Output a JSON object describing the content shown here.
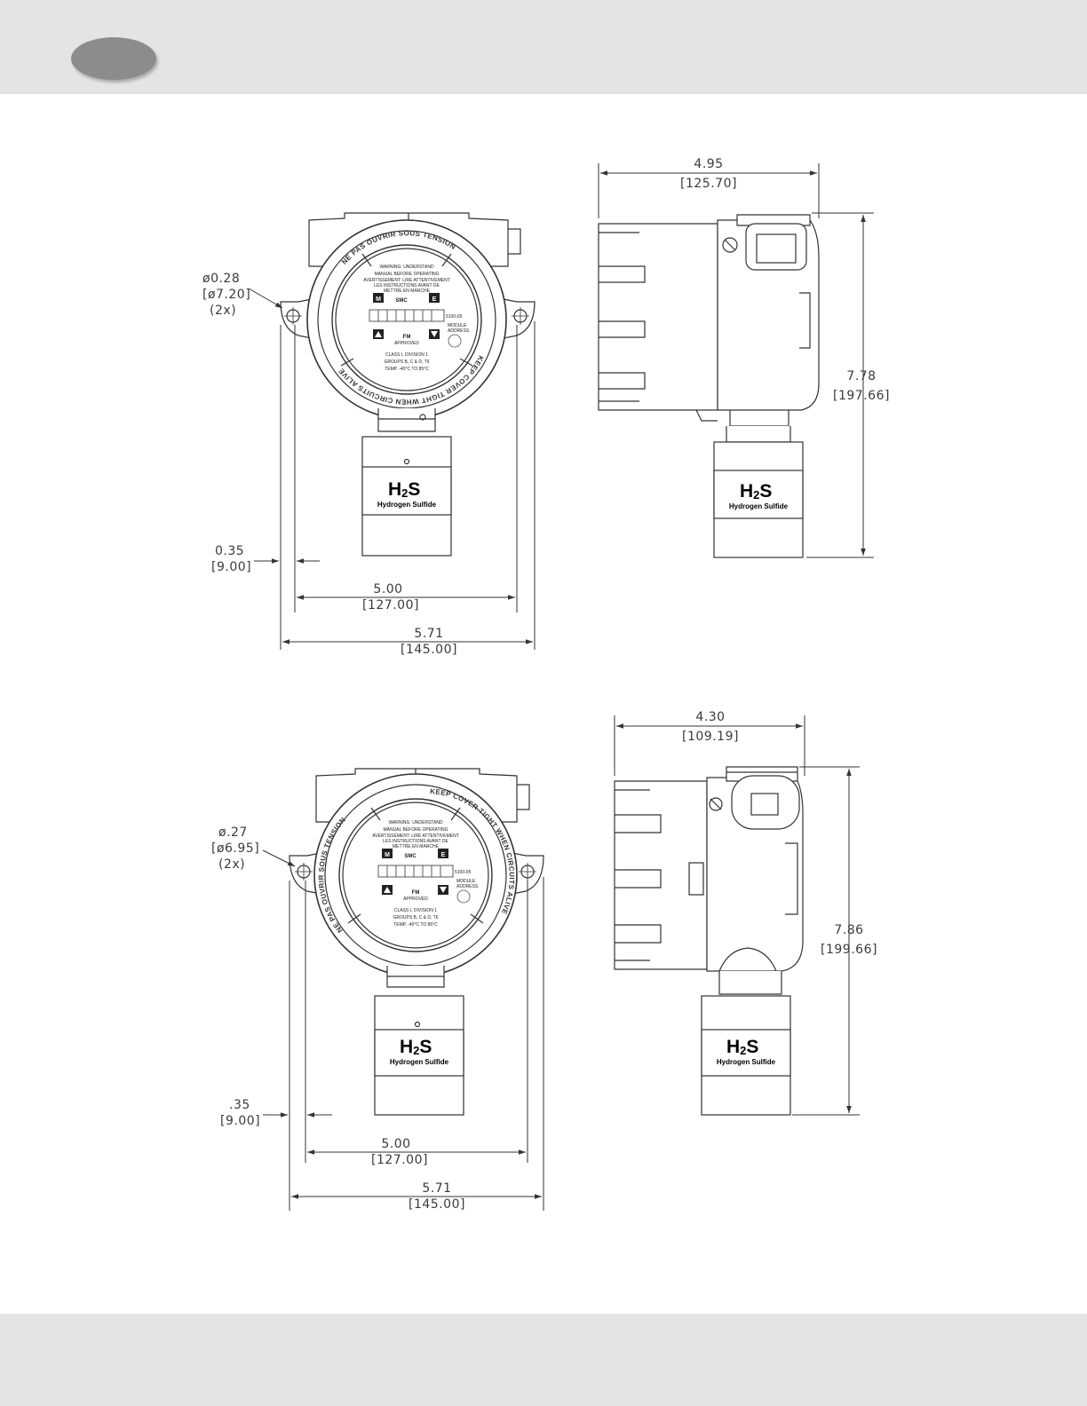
{
  "colors": {
    "band": "#e4e4e4",
    "tab": "#8c8c8c",
    "line": "#333333"
  },
  "top_front": {
    "hole_dia": "ø0.28",
    "hole_dia_mm": "[ø7.20]",
    "hole_qty": "(2x)",
    "offset": "0.35",
    "offset_mm": "[9.00]",
    "hole_spacing": "5.00",
    "hole_spacing_mm": "[127.00]",
    "overall_width": "5.71",
    "overall_width_mm": "[145.00]",
    "ring_top": "NE PAS OUVRIR SOUS TENSION",
    "ring_bottom": "KEEP COVER TIGHT WHEN CIRCUITS ALIVE"
  },
  "top_side": {
    "depth": "4.95",
    "depth_mm": "[125.70]",
    "height": "7.78",
    "height_mm": "[197.66]"
  },
  "bottom_front": {
    "hole_dia": "ø.27",
    "hole_dia_mm": "[ø6.95]",
    "hole_qty": "(2x)",
    "offset": ".35",
    "offset_mm": "[9.00]",
    "hole_spacing": "5.00",
    "hole_spacing_mm": "[127.00]",
    "overall_width": "5.71",
    "overall_width_mm": "[145.00]",
    "ring_top": "NE PAS OUVRIR SOUS TENSION",
    "ring_bottom": "KEEP COVER TIGHT WHEN CIRCUITS ALIVE"
  },
  "bottom_side": {
    "depth": "4.30",
    "depth_mm": "[109.19]",
    "height": "7.86",
    "height_mm": "[199.66]"
  },
  "sensor": {
    "formula_h": "H",
    "formula_sub": "2",
    "formula_s": "S",
    "name": "Hydrogen Sulfide"
  },
  "faceplate": {
    "warning_1": "WARNING: UNDERSTAND",
    "warning_2": "MANUAL BEFORE OPERATING",
    "avert_1": "AVERTISSEMENT: LIRE ATTENTIVEMENT",
    "avert_2": "LES INSTRUCTIONS AVANT DE",
    "avert_3": "METTRE EN MARCHE",
    "key_m": "M",
    "key_e": "E",
    "brand": "SMC",
    "fm": "FM",
    "approved": "APPROVED",
    "class_1": "CLASS I, DIVISION 1",
    "class_2": "GROUPS B, C & D, T6",
    "class_3": "TEMP. -40°C TO 85°C",
    "model_top": "5100-05",
    "model_bottom": "5100-05",
    "module": "MODULE",
    "address": "ADDRESS"
  }
}
